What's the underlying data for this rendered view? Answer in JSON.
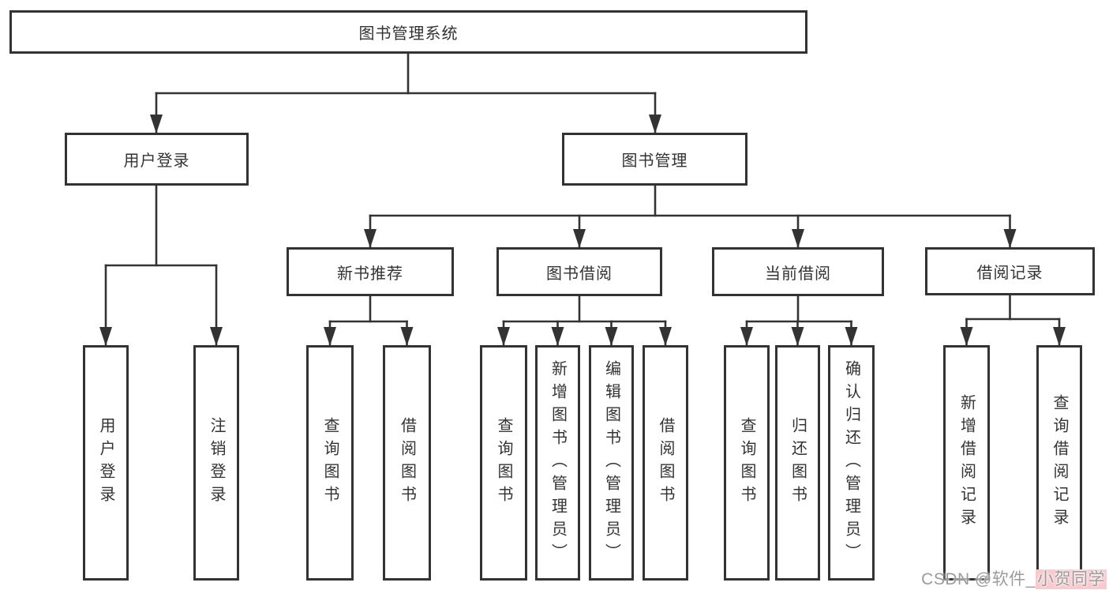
{
  "colors": {
    "line": "#333333",
    "box_border": "#333333",
    "text": "#333333",
    "watermark_text": "#9b9b9b",
    "watermark_highlight": "#f9c9ce"
  },
  "tree": {
    "root": {
      "label": "图书管理系统"
    },
    "branches": [
      {
        "label": "用户登录",
        "children": [
          {
            "label": "用户登录"
          },
          {
            "label": "注销登录"
          }
        ]
      },
      {
        "label": "图书管理",
        "children": [
          {
            "label": "新书推荐",
            "children": [
              {
                "label": "查询图书"
              },
              {
                "label": "借阅图书"
              }
            ]
          },
          {
            "label": "图书借阅",
            "children": [
              {
                "label": "查询图书"
              },
              {
                "label": "新增图书（管理员）"
              },
              {
                "label": "编辑图书（管理员）"
              },
              {
                "label": "借阅图书"
              }
            ]
          },
          {
            "label": "当前借阅",
            "children": [
              {
                "label": "查询图书"
              },
              {
                "label": "归还图书"
              },
              {
                "label": "确认归还（管理员）"
              }
            ]
          },
          {
            "label": "借阅记录",
            "children": [
              {
                "label": "新增借阅记录"
              },
              {
                "label": "查询借阅记录"
              }
            ]
          }
        ]
      }
    ]
  },
  "watermark": {
    "plain": "CSDN @软件_",
    "highlighted": "小贺同学"
  }
}
